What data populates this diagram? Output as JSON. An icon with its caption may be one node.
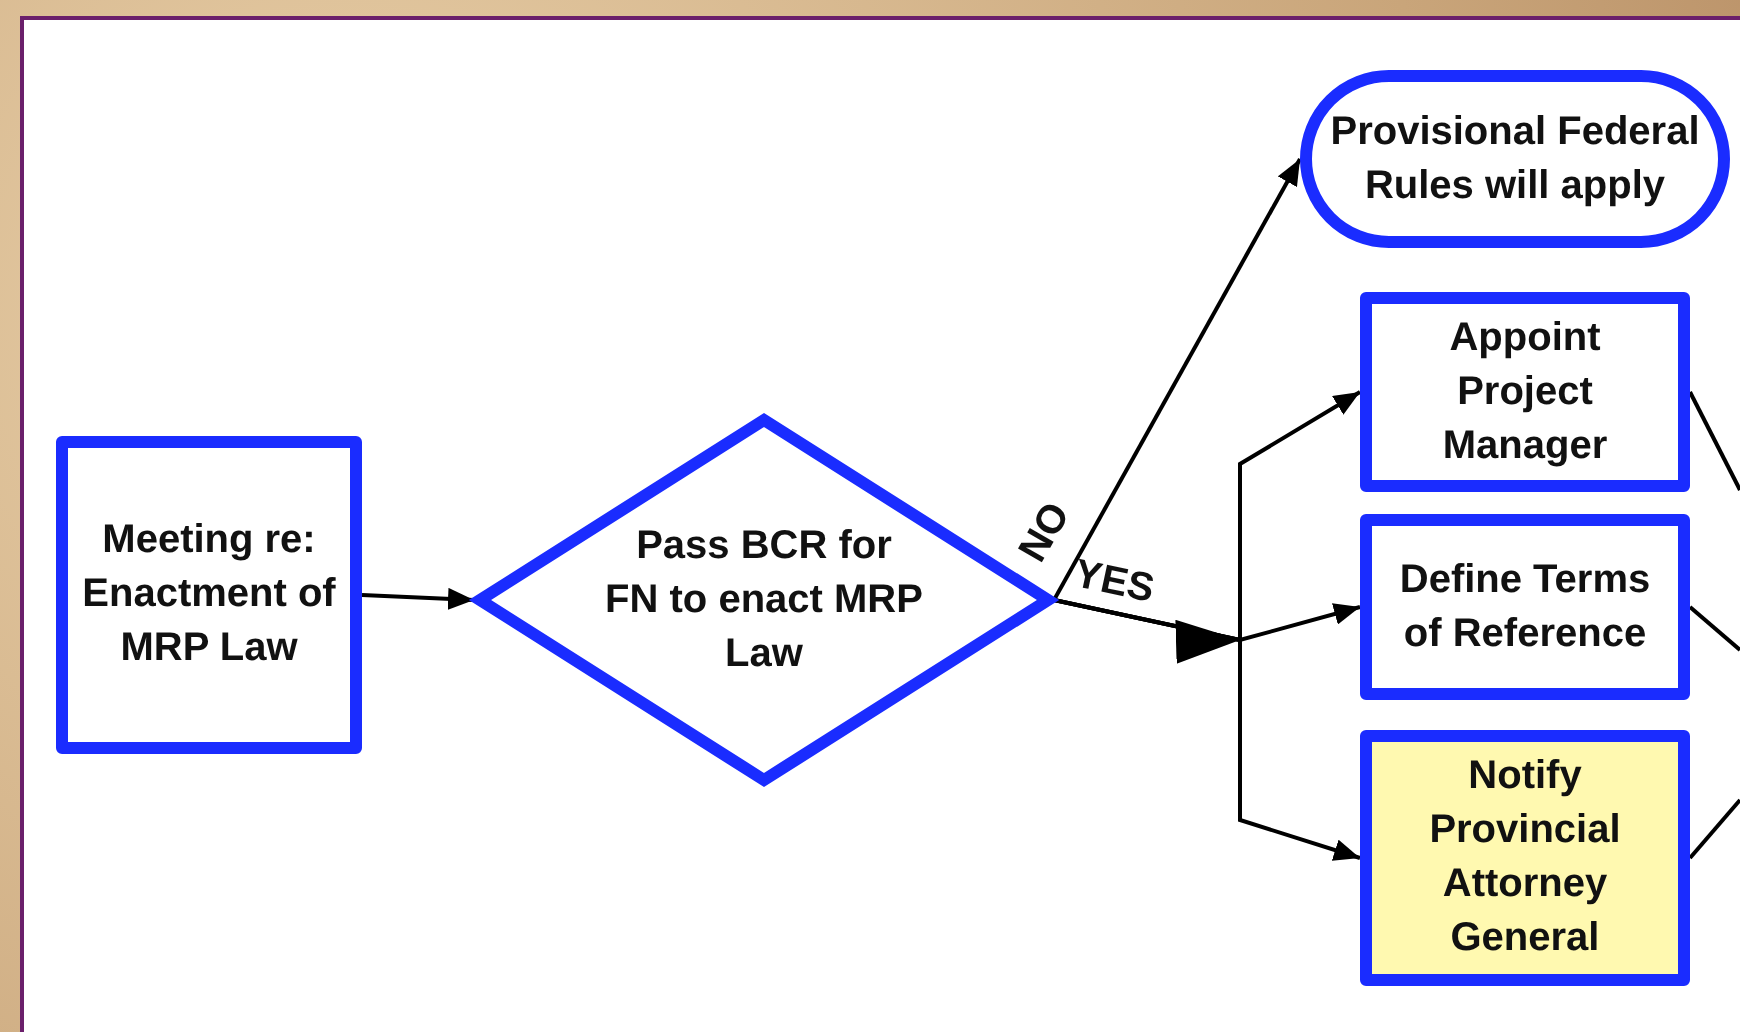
{
  "diagram": {
    "nodes": [
      {
        "text": [
          "Meeting re: Enactment of MRP Law"
        ]
      },
      {
        "text": [
          "Pass BCR for FN to enact MRP Law"
        ]
      },
      {
        "text": [
          "Provisional Federal Rules will apply"
        ]
      },
      {
        "text": [
          "Appoint Project Manager"
        ]
      },
      {
        "text": [
          "Define Terms of Reference"
        ]
      },
      {
        "text": [
          "Notify Provincial Attorney General"
        ]
      }
    ],
    "edges": [
      {
        "from": 0,
        "to": 1,
        "arrow": "to"
      },
      {
        "from": 1,
        "to": 2,
        "arrow": "to",
        "label": "NO"
      },
      {
        "from": 1,
        "to": 3,
        "arrow": "to"
      },
      {
        "from": 1,
        "to": 4,
        "arrow": "to",
        "label": "YES"
      },
      {
        "from": 1,
        "to": 5,
        "arrow": "to"
      },
      {
        "from": 3,
        "to": null,
        "arrow": "none"
      },
      {
        "from": 4,
        "to": null,
        "arrow": "none"
      },
      {
        "from": 5,
        "to": null,
        "arrow": "none"
      }
    ]
  }
}
